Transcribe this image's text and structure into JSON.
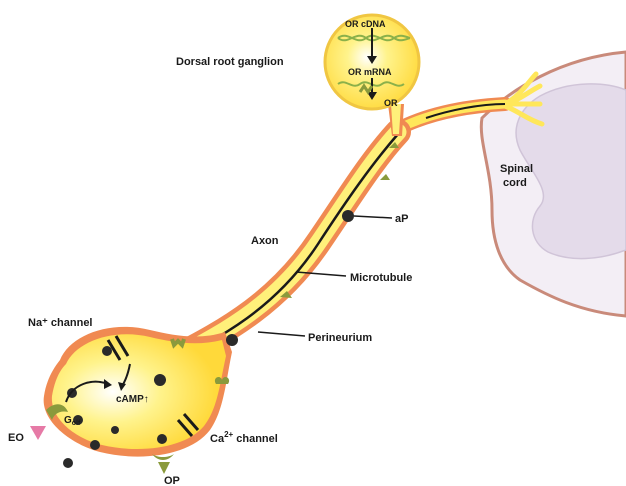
{
  "labels": {
    "drg": "Dorsal root ganglion",
    "or_cdna": "OR cDNA",
    "or_mrna": "OR mRNA",
    "or": "OR",
    "spinal_cord_1": "Spinal",
    "spinal_cord_2": "cord",
    "axon": "Axon",
    "ap": "aP",
    "microtubule": "Microtubule",
    "perineurium": "Perineurium",
    "na_channel": "Na⁺ channel",
    "camp": "cAMP↑",
    "g_olf": "G",
    "g_olf_sub": "olf",
    "ca_channel_prefix": "Ca",
    "ca_channel_sup": "2+",
    "ca_channel_suffix": " channel",
    "eo": "EO",
    "op": "OP"
  },
  "colors": {
    "neuron_fill": "#fff07a",
    "neuron_glow": "#ffe14d",
    "sheath": "#f08a52",
    "cord_fill": "#e8e0ee",
    "cord_outline": "#c98a7a",
    "receptor": "#8a9a3c",
    "eo_marker": "#e67aa6",
    "vesicle": "#2a2a2a",
    "microtubule": "#1a1a1a"
  }
}
